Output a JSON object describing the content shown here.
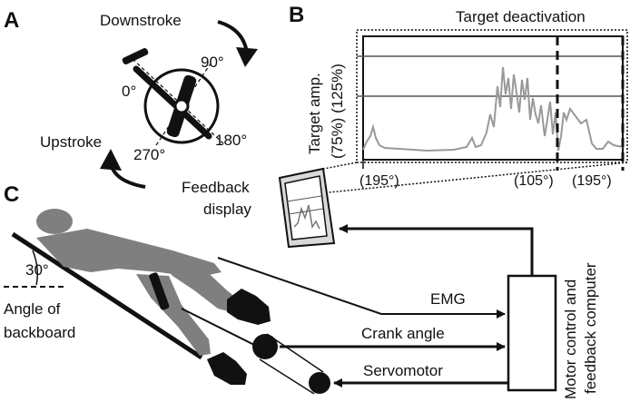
{
  "panels": {
    "a": {
      "letter": "A",
      "downstroke": "Downstroke",
      "upstroke": "Upstroke",
      "angle_0": "0°",
      "angle_90": "90°",
      "angle_180": "180°",
      "angle_270": "270°"
    },
    "b": {
      "letter": "B",
      "title": "Target deactivation",
      "ylabel_line1": "Target amp.",
      "ylabel_line2": "(75%) (125%)",
      "tick_left": "(195°)",
      "tick_mid": "(105°)",
      "tick_right": "(195°)",
      "trace_color": "#999999"
    },
    "c": {
      "letter": "C",
      "backboard_angle": "30°",
      "angle_label_line1": "Angle of",
      "angle_label_line2": "backboard",
      "feedback_line1": "Feedback",
      "feedback_line2": "display",
      "emg": "EMG",
      "crank_angle": "Crank angle",
      "servomotor": "Servomotor",
      "computer_line1": "Motor control and",
      "computer_line2": "feedback computer",
      "subject_color": "#7f7f7f"
    }
  }
}
